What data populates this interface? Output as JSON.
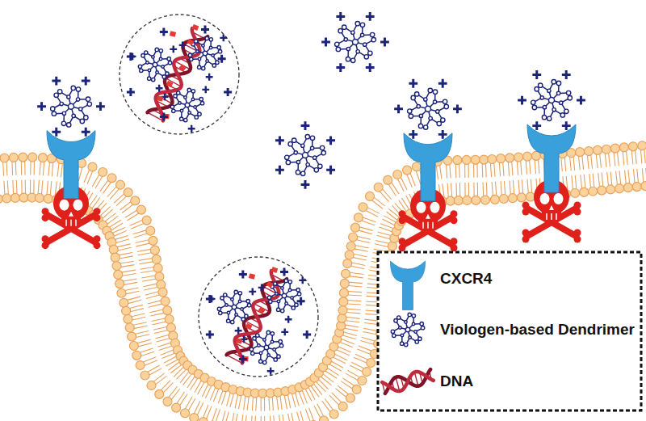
{
  "diagram": {
    "legend": [
      {
        "text": "CXCR4"
      },
      {
        "text": "Viologen-based Dendrimer"
      },
      {
        "text": "DNA"
      }
    ]
  }
}
